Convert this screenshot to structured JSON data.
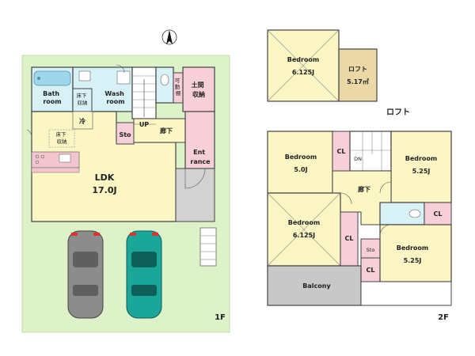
{
  "floor1": {
    "label": "1F",
    "rooms": {
      "bath": "Bath\nroom",
      "storage_under_floor_1": "床下\n収納",
      "wash": "Wash\nroom",
      "doma_storage": "土間\n収納",
      "movable_shelf": "可\n動\n棚",
      "fridge": "冷",
      "storage_under_floor_2": "床下\n収納",
      "sto": "Sto",
      "up": "UP",
      "hallway": "廊下",
      "entrance": "Ent\nrance",
      "ldk": "LDK",
      "ldk_size": "17.0J"
    }
  },
  "loft": {
    "label": "ロフト",
    "rooms": {
      "bedroom": "Bedroom",
      "bedroom_size": "6.125J",
      "loft": "ロフト",
      "loft_size": "5.17㎡"
    }
  },
  "floor2": {
    "label": "2F",
    "rooms": {
      "bedroom_tl": "Bedroom",
      "bedroom_tl_size": "5.0J",
      "cl_1": "CL",
      "dn": "DN",
      "bedroom_tr": "Bedroom",
      "bedroom_tr_size": "5.25J",
      "hallway": "廊下",
      "bedroom_bl": "Bedroom",
      "bedroom_bl_size": "6.125J",
      "cl_2": "CL",
      "cl_3": "CL",
      "sto": "Sto",
      "cl_4": "CL",
      "bedroom_br": "Bedroom",
      "bedroom_br_size": "5.25J",
      "balcony": "Balcony"
    }
  },
  "colors": {
    "room": "#fbf6c4",
    "wet": "#d8f1f7",
    "storage": "#f6cfd8",
    "loft": "#ead9a6",
    "site": "#ddf2c9",
    "parking": "#bdbdbd",
    "balcony": "#c8c8c8",
    "car_grey": "#8c8c8c",
    "car_teal": "#1aa79a"
  },
  "icons": [
    "north-arrow-icon",
    "car-icon",
    "car-icon",
    "bathtub-icon",
    "toilet-icon",
    "kitchen-icon"
  ]
}
